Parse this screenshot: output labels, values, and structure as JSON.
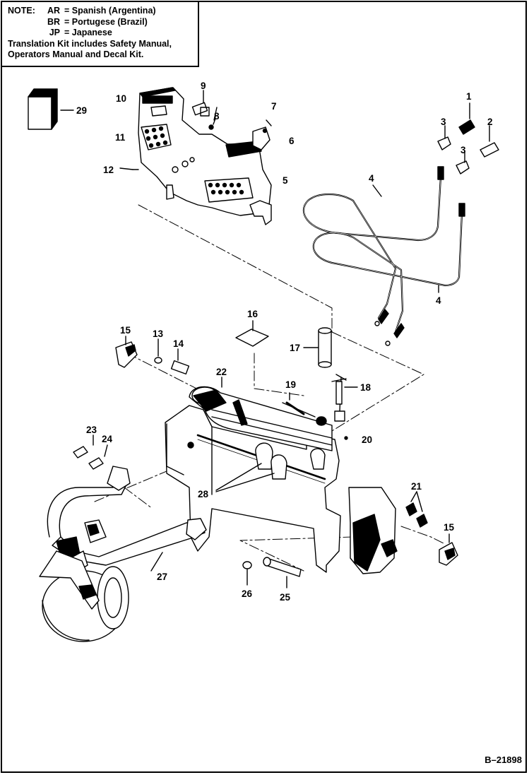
{
  "note": {
    "heading": "NOTE:",
    "languages": [
      {
        "code": "AR",
        "name": "Spanish (Argentina)"
      },
      {
        "code": "BR",
        "name": "Portugese (Brazil)"
      },
      {
        "code": "JP",
        "name": "Japanese"
      }
    ],
    "equals": "=",
    "kit_line_1": "Translation Kit includes Safety Manual,",
    "kit_line_2": "Operators Manual and Decal Kit."
  },
  "callouts": [
    "29",
    "10",
    "9",
    "8",
    "7",
    "6",
    "11",
    "12",
    "5",
    "1",
    "3",
    "2",
    "3",
    "4",
    "4",
    "16",
    "15",
    "13",
    "14",
    "17",
    "22",
    "19",
    "18",
    "20",
    "23",
    "24",
    "28",
    "21",
    "15",
    "27",
    "26",
    "25"
  ],
  "drawing_number": "B–21898"
}
